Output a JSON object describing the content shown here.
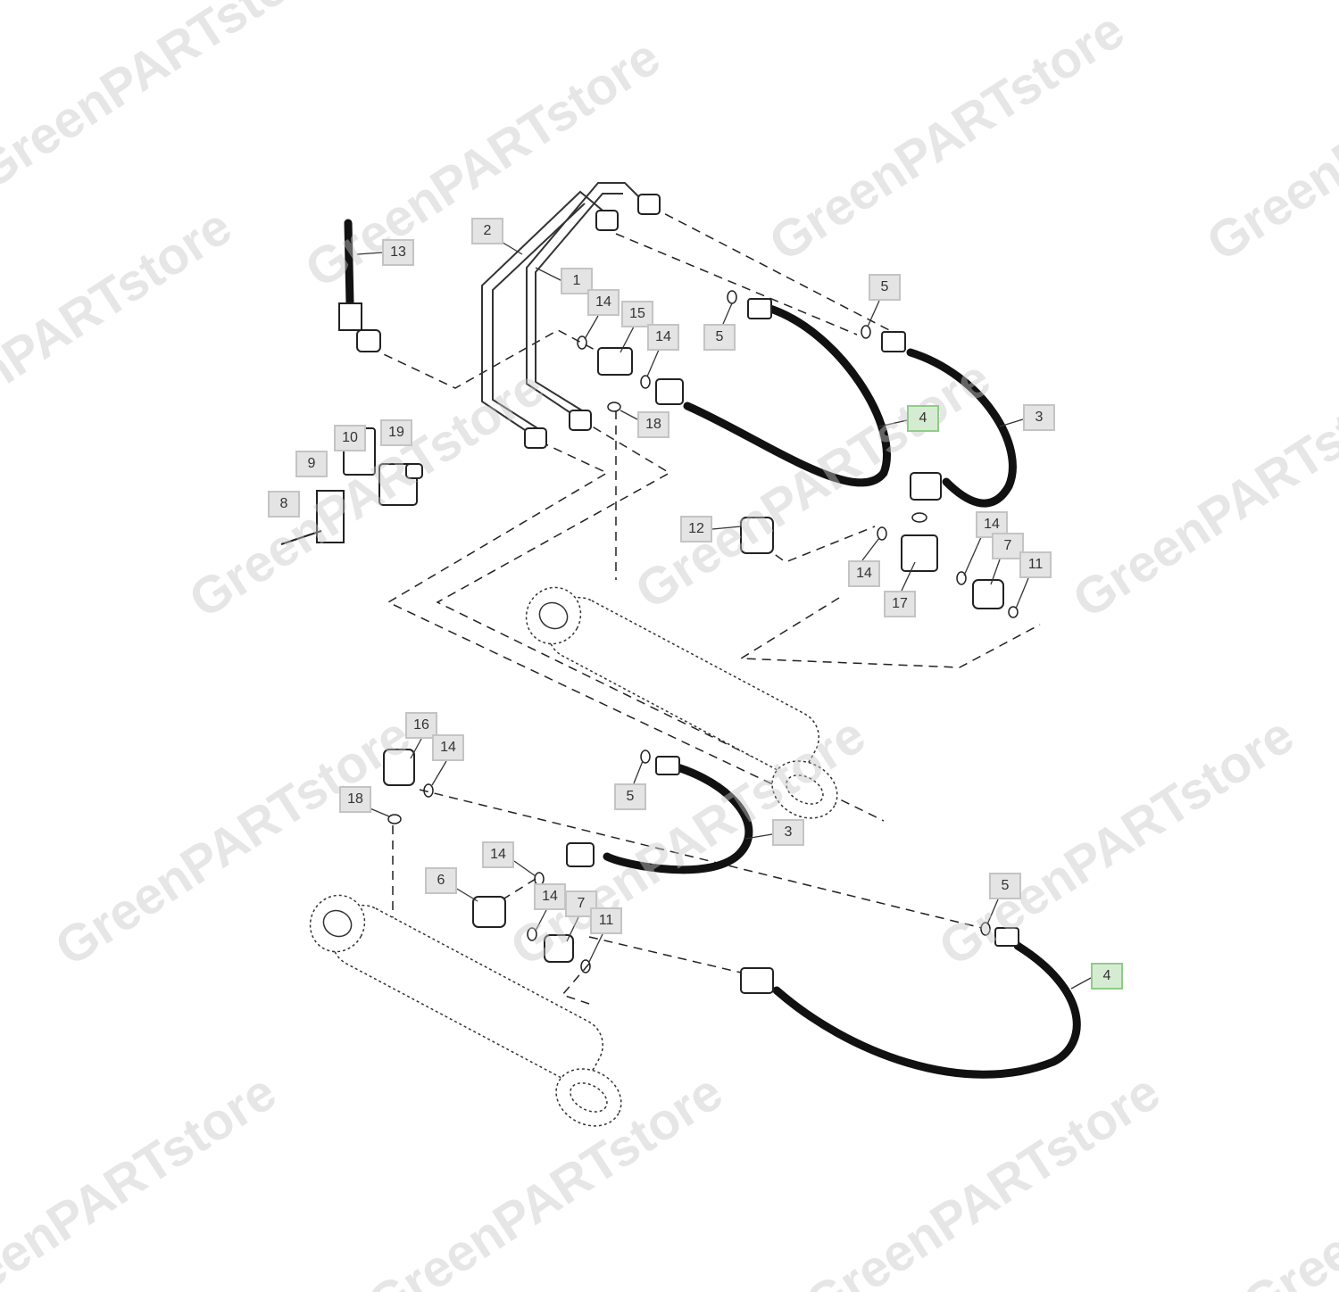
{
  "watermark": "GreenPARTstore",
  "highlight_color": "#d6ecd2",
  "labels": [
    {
      "text": "13",
      "hl": false
    },
    {
      "text": "2",
      "hl": false
    },
    {
      "text": "1",
      "hl": false
    },
    {
      "text": "14",
      "hl": false
    },
    {
      "text": "15",
      "hl": false
    },
    {
      "text": "14",
      "hl": false
    },
    {
      "text": "5",
      "hl": false
    },
    {
      "text": "5",
      "hl": false
    },
    {
      "text": "4",
      "hl": true
    },
    {
      "text": "3",
      "hl": false
    },
    {
      "text": "18",
      "hl": false
    },
    {
      "text": "10",
      "hl": false
    },
    {
      "text": "19",
      "hl": false
    },
    {
      "text": "9",
      "hl": false
    },
    {
      "text": "8",
      "hl": false
    },
    {
      "text": "12",
      "hl": false
    },
    {
      "text": "14",
      "hl": false
    },
    {
      "text": "14",
      "hl": false
    },
    {
      "text": "7",
      "hl": false
    },
    {
      "text": "11",
      "hl": false
    },
    {
      "text": "17",
      "hl": false
    },
    {
      "text": "16",
      "hl": false
    },
    {
      "text": "14",
      "hl": false
    },
    {
      "text": "18",
      "hl": false
    },
    {
      "text": "5",
      "hl": false
    },
    {
      "text": "3",
      "hl": false
    },
    {
      "text": "14",
      "hl": false
    },
    {
      "text": "6",
      "hl": false
    },
    {
      "text": "14",
      "hl": false
    },
    {
      "text": "7",
      "hl": false
    },
    {
      "text": "11",
      "hl": false
    },
    {
      "text": "5",
      "hl": false
    },
    {
      "text": "4",
      "hl": true
    }
  ]
}
